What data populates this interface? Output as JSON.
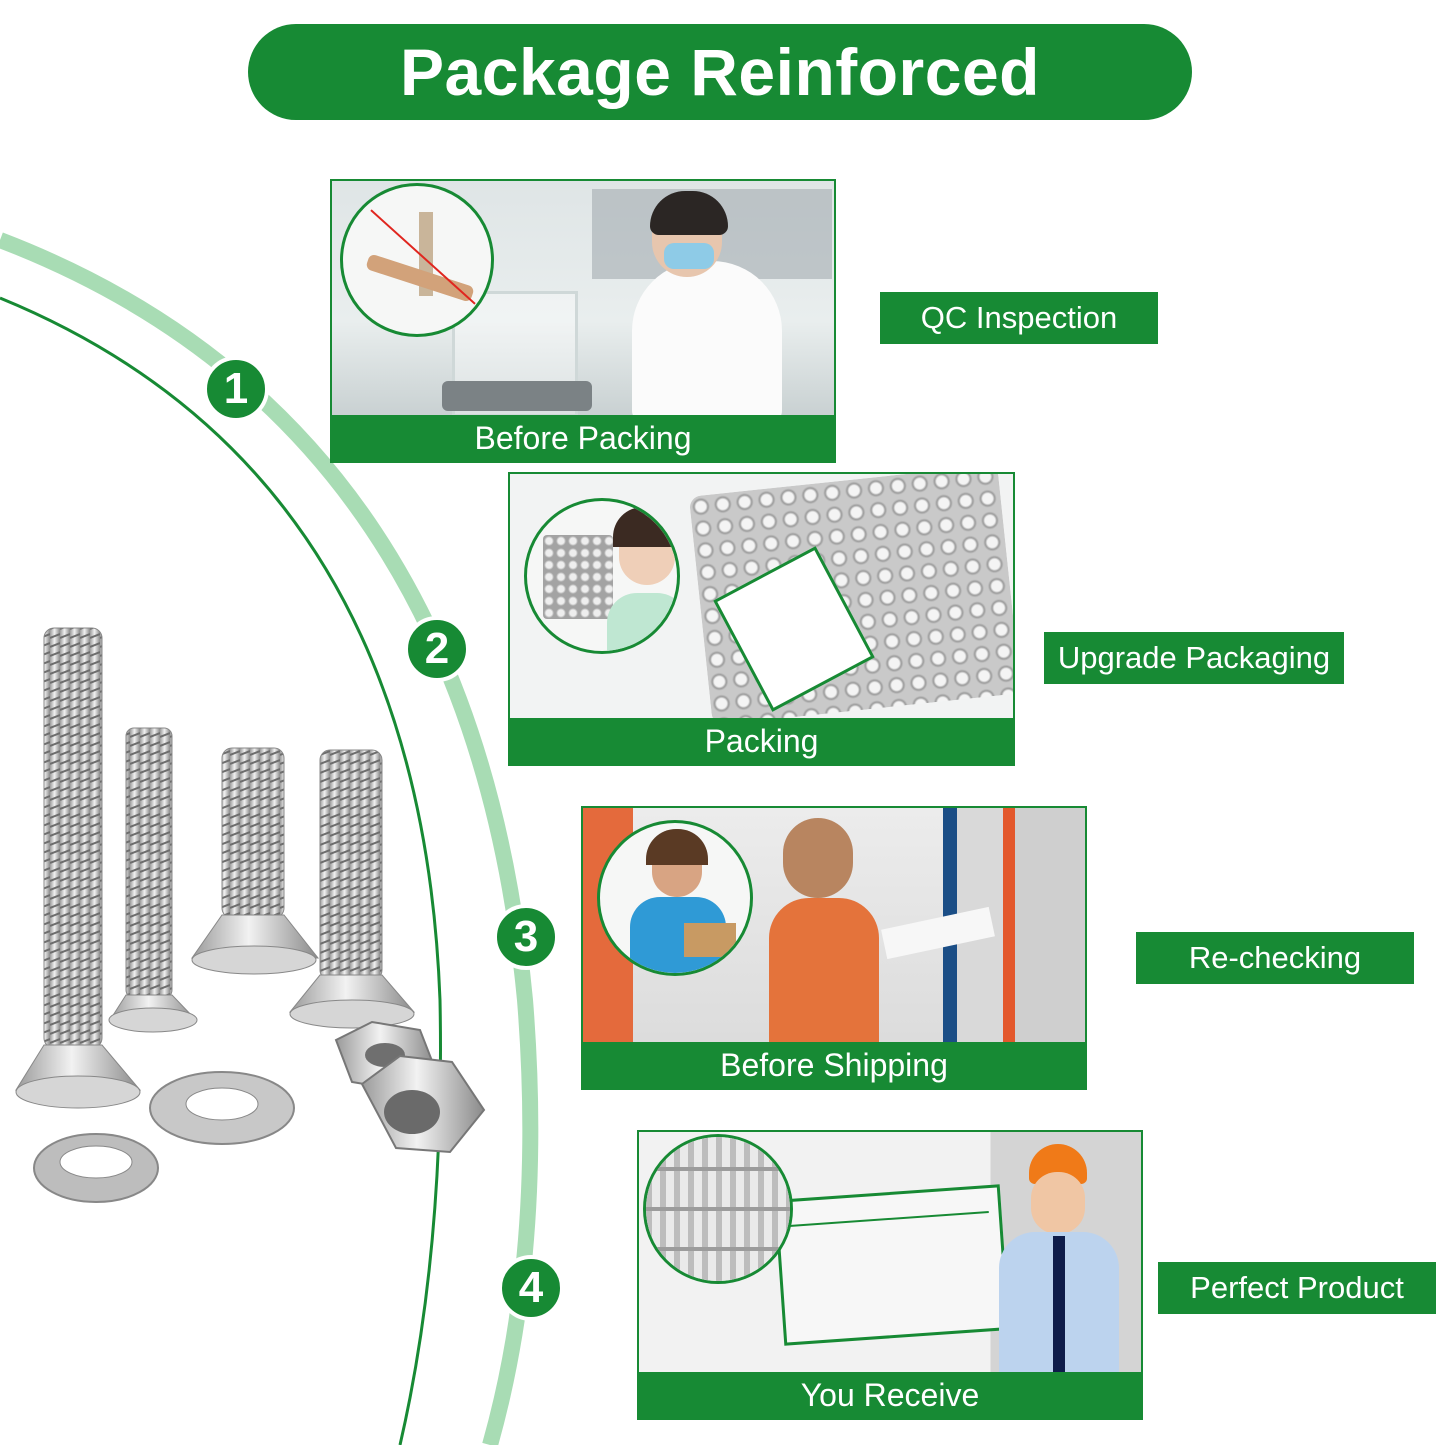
{
  "title": "Package Reinforced",
  "colors": {
    "brand_green": "#178a34",
    "light_green": "#a8dcb4"
  },
  "steps": [
    {
      "number": "1",
      "caption": "Before Packing",
      "label": "QC Inspection"
    },
    {
      "number": "2",
      "caption": "Packing",
      "label": "Upgrade Packaging"
    },
    {
      "number": "3",
      "caption": "Before Shipping",
      "label": "Re-checking"
    },
    {
      "number": "4",
      "caption": "You Receive",
      "label": "Perfect Product"
    }
  ]
}
